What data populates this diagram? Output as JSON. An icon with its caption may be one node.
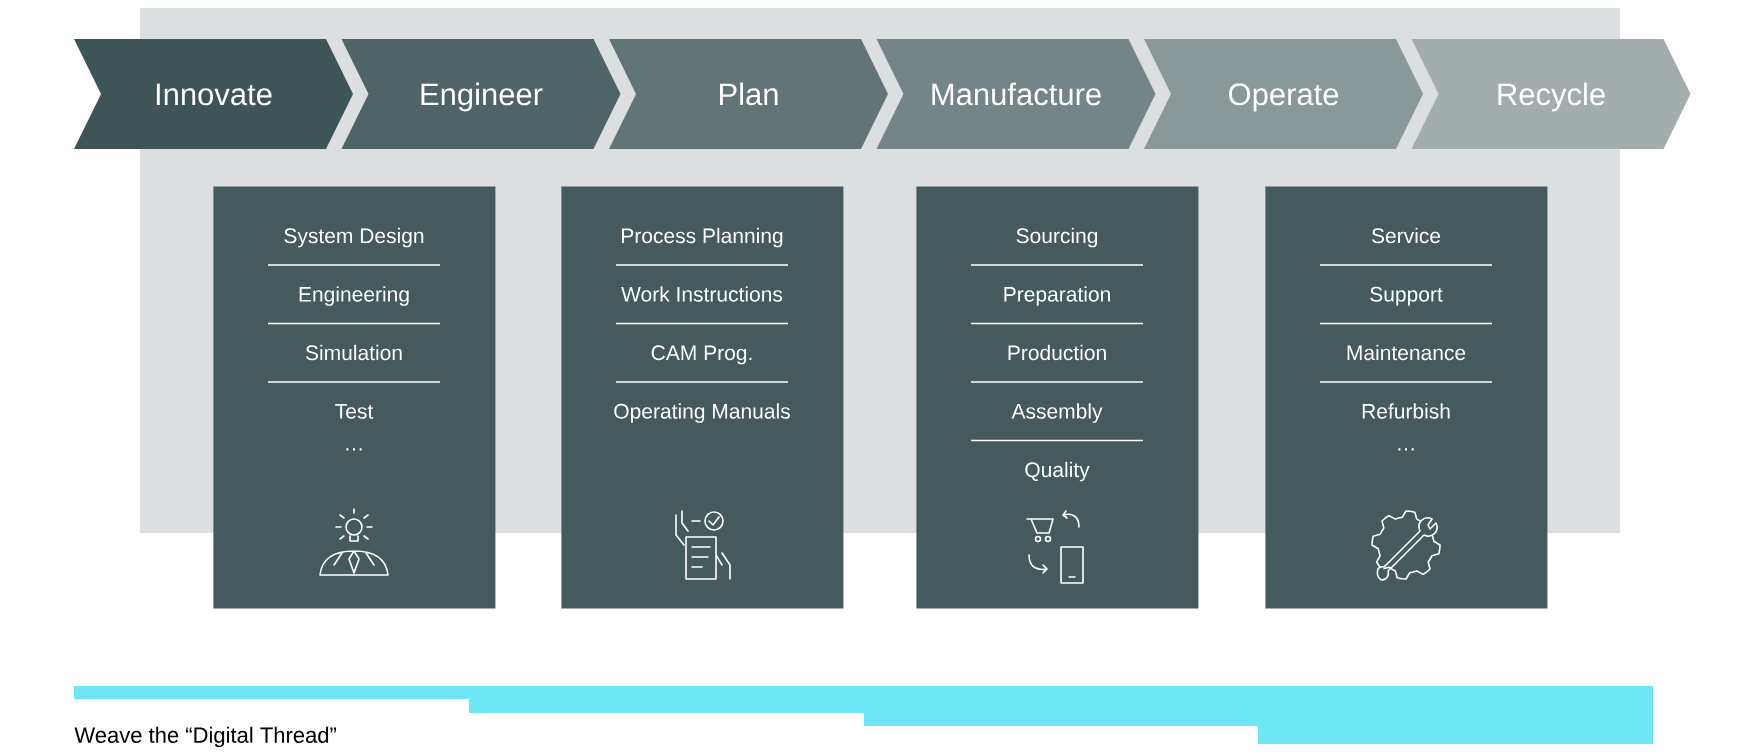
{
  "diagram": {
    "caption": "Weave the “Digital Thread”",
    "nodes": [
      {
        "text": [
          "Innovate"
        ]
      },
      {
        "text": [
          "Engineer"
        ]
      },
      {
        "text": [
          "Plan"
        ]
      },
      {
        "text": [
          "Manufacture"
        ]
      },
      {
        "text": [
          "Operate"
        ]
      },
      {
        "text": [
          "Recycle"
        ]
      },
      {
        "text": [
          "System Design",
          "Engineering",
          "Simulation",
          "Test",
          "…"
        ]
      },
      {
        "text": [
          "Process Planning",
          "Work Instructions",
          "CAM Prog.",
          "Operating Manuals"
        ]
      },
      {
        "text": [
          "Sourcing",
          "Preparation",
          "Production",
          "Assembly",
          "Quality"
        ]
      },
      {
        "text": [
          "Service",
          "Support",
          "Maintenance",
          "Refurbish",
          "…"
        ]
      }
    ]
  }
}
